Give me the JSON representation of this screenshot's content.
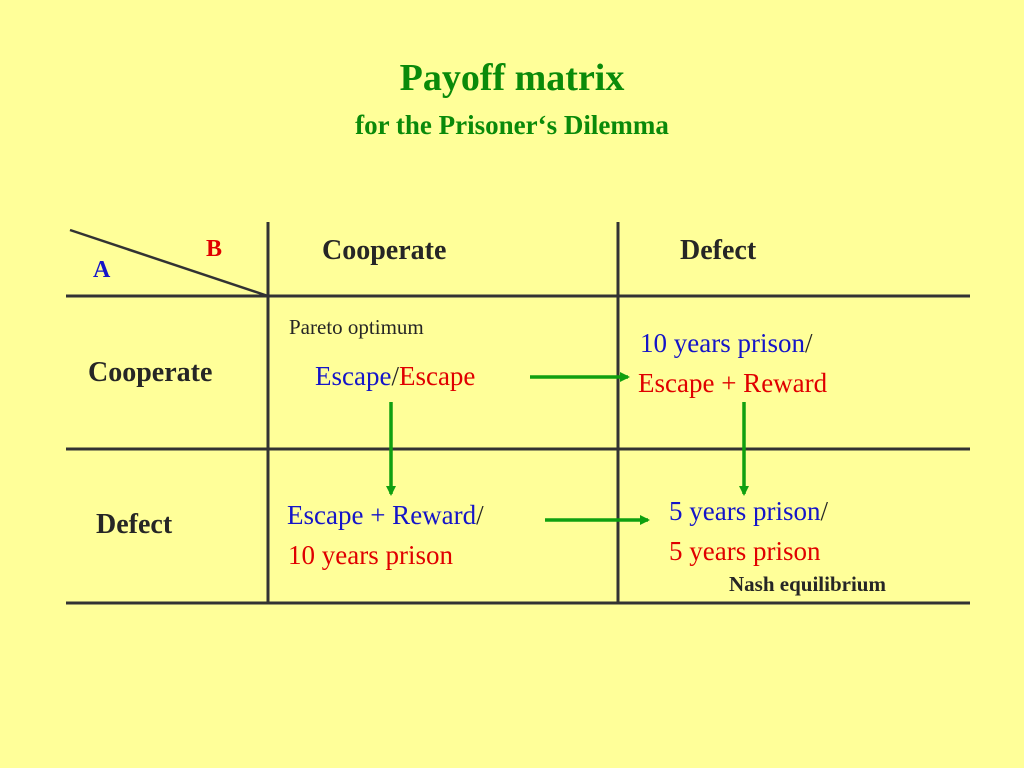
{
  "title": "Payoff matrix",
  "subtitle": "for the Prisoner‘s Dilemma",
  "axis": {
    "column_player": "B",
    "row_player": "A"
  },
  "column_headers": [
    "Cooperate",
    "Defect"
  ],
  "row_headers": [
    "Cooperate",
    "Defect"
  ],
  "cells": {
    "cc": {
      "note": "Pareto optimum",
      "a": "Escape",
      "sep": "/",
      "b": "Escape"
    },
    "cd": {
      "a": "10 years prison",
      "sep": "/",
      "b": "Escape + Reward"
    },
    "dc": {
      "a": "Escape + Reward",
      "sep": "/",
      "b": "10 years prison"
    },
    "dd": {
      "a": "5 years prison",
      "sep": "/",
      "b": "5 years prison",
      "note": "Nash equilibrium"
    }
  },
  "colors": {
    "background": "#ffff99",
    "title": "#0a8a0a",
    "player_a": "#1515c8",
    "player_b": "#e00000",
    "arrow": "#10a010",
    "grid": "#333333"
  }
}
